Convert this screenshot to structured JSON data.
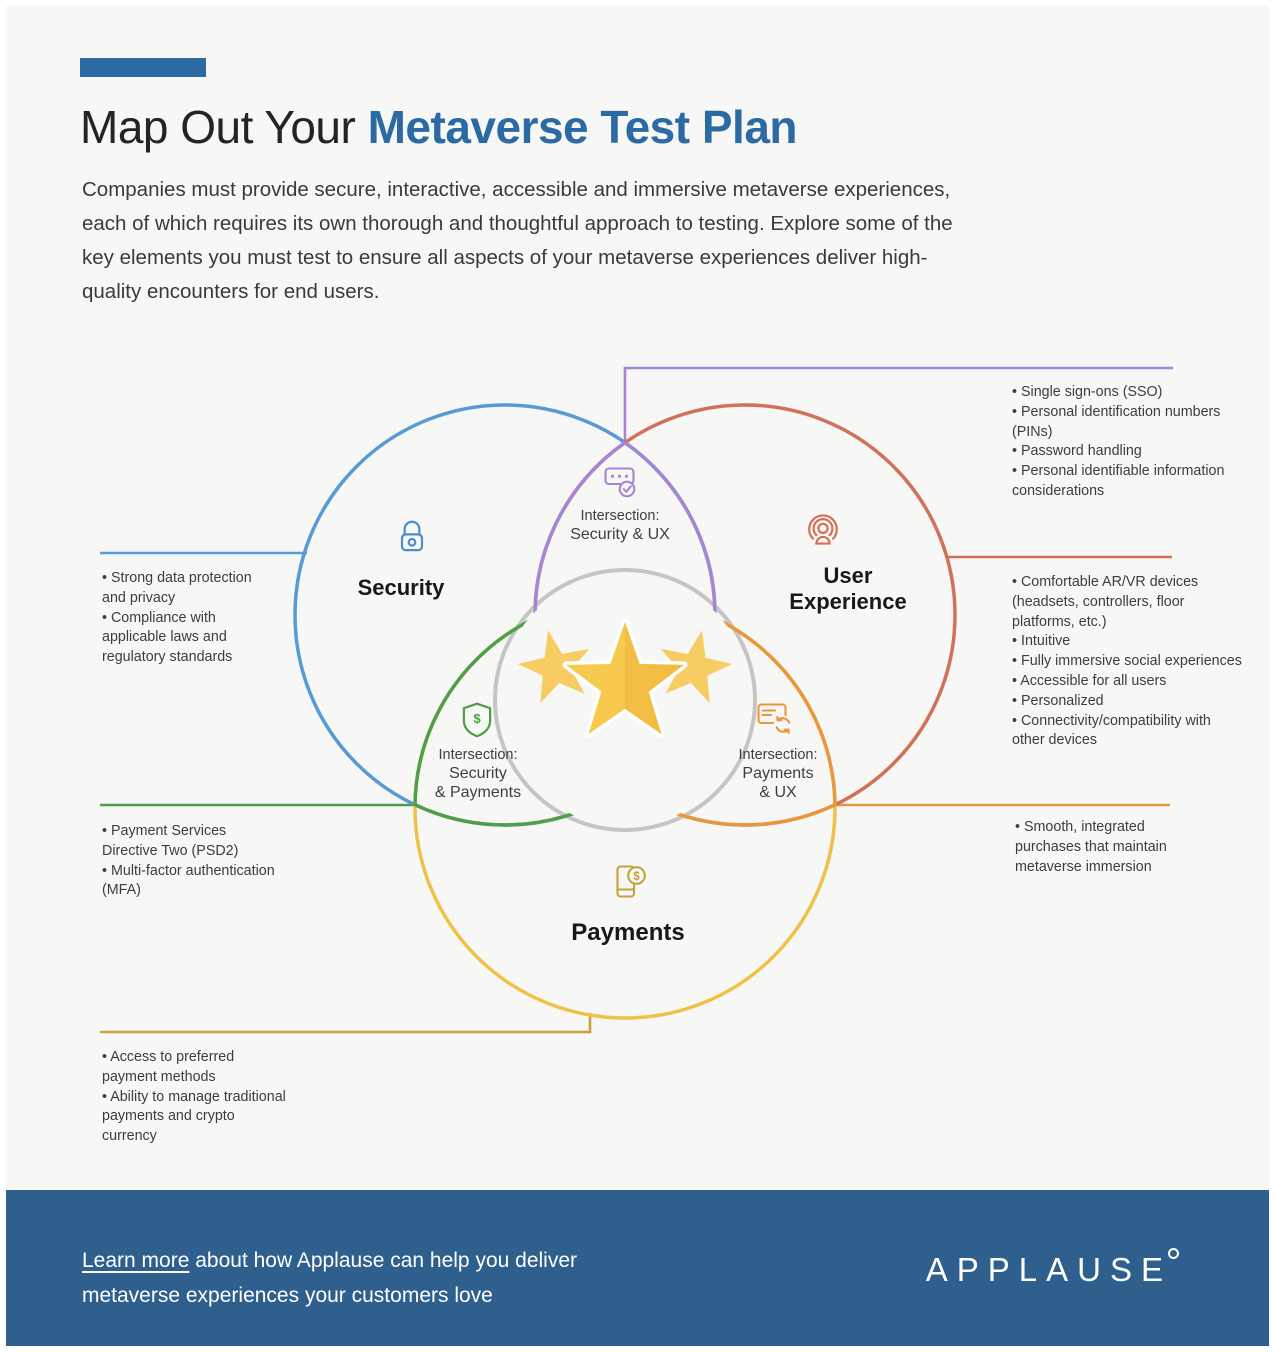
{
  "header": {
    "title_prefix": "Map Out Your ",
    "title_highlight": "Metaverse Test Plan",
    "intro": "Companies must provide secure, interactive, accessible and immersive metaverse experiences, each of which requires its own thorough and thoughtful approach to testing. Explore some of the key elements you must test to ensure all aspects of your metaverse experiences deliver high-quality encounters for end users."
  },
  "diagram": {
    "circles": {
      "security": {
        "label": "Security"
      },
      "user_experience": {
        "label": "User Experience"
      },
      "payments": {
        "label": "Payments"
      }
    },
    "intersections": {
      "security_ux": {
        "prefix": "Intersection:",
        "name": "Security & UX"
      },
      "security_payments": {
        "prefix": "Intersection:",
        "name_line1": "Security",
        "name_line2": "& Payments"
      },
      "payments_ux": {
        "prefix": "Intersection:",
        "name_line1": "Payments",
        "name_line2": "& UX"
      }
    },
    "callouts": {
      "security_ux": [
        "Single sign-ons (SSO)",
        "Personal identification numbers (PINs)",
        "Password handling",
        "Personal identifiable information considerations"
      ],
      "security": [
        "Strong data protection and privacy",
        "Compliance with applicable laws and regulatory standards"
      ],
      "user_experience": [
        "Comfortable AR/VR devices (headsets, controllers, floor platforms, etc.)",
        "Intuitive",
        "Fully immersive social experiences",
        "Accessible for all users",
        "Personalized",
        "Connectivity/compatibility with other devices"
      ],
      "security_payments": [
        "Payment Services Directive Two (PSD2)",
        "Multi-factor authentication (MFA)"
      ],
      "payments_ux": [
        "Smooth, integrated purchases that maintain metaverse immersion"
      ],
      "payments": [
        "Access to preferred payment methods",
        "Ability to manage traditional payments and crypto currency"
      ]
    }
  },
  "footer": {
    "link_text": "Learn more",
    "text_rest": " about how Applause can help you deliver metaverse experiences your customers love",
    "logo_text": "APPLAUSE"
  },
  "colors": {
    "brand_blue": "#2c6aa4",
    "background": "#f7f7f5",
    "footer_background": "#2e5f8d",
    "security_blue": "#569bd5",
    "ux_terracotta": "#d2715a",
    "payments_yellow": "#f0c148",
    "security_ux_purple": "#a585d4",
    "security_payments_green": "#4f9e48",
    "payments_ux_orange": "#e9973f",
    "payments_dark_gold": "#c7a23c",
    "center_gray": "#c5c5c5",
    "lock_blue": "#4a8ecb",
    "shield_green": "#4ba046",
    "star_gold": "#f7c94f",
    "star_gold_dark": "#efb23a",
    "star_gold_light": "#f7cd63"
  }
}
